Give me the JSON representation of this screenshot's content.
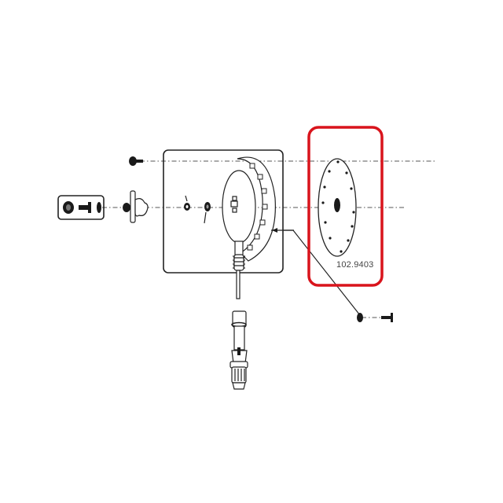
{
  "diagram": {
    "type": "exploded-parts-diagram",
    "highlighted_part": {
      "part_number": "102.9403",
      "description": "diaphragm gasket",
      "highlight_box_color": "#d9141c"
    },
    "colored_part": {
      "description": "flange plate",
      "fill_color": "#f7ec10"
    },
    "components": [
      {
        "name": "screw-top-left"
      },
      {
        "name": "knob-assembly-boxed"
      },
      {
        "name": "cross-handle"
      },
      {
        "name": "small-washer"
      },
      {
        "name": "small-nut"
      },
      {
        "name": "housing-assembly-boxed"
      },
      {
        "name": "diaphragm-gasket",
        "label": "102.9403"
      },
      {
        "name": "flange-plate"
      },
      {
        "name": "ring-clip"
      },
      {
        "name": "washer-and-screw-bottom-right"
      },
      {
        "name": "rod"
      },
      {
        "name": "connector-fitting"
      }
    ]
  }
}
